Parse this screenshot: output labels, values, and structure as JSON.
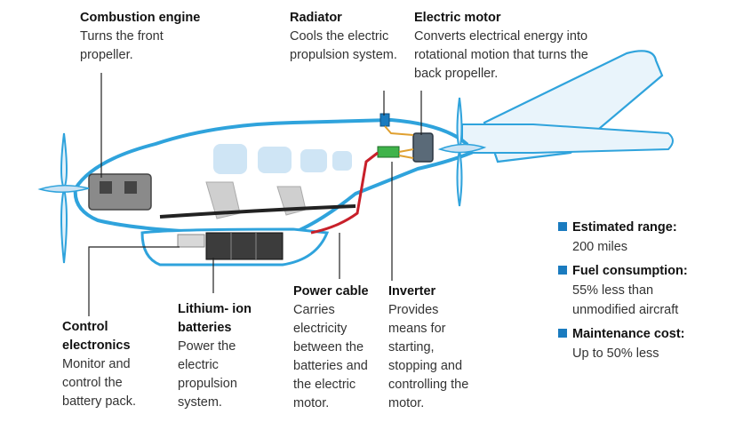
{
  "callouts": {
    "combustion": {
      "title": "Combustion engine",
      "desc": "Turns the front propeller."
    },
    "radiator": {
      "title": "Radiator",
      "desc": "Cools the electric propulsion system."
    },
    "motor": {
      "title": "Electric motor",
      "desc": "Converts electrical energy into rotational motion that turns the back propeller."
    },
    "control": {
      "title": "Control electronics",
      "desc": "Monitor and control the battery pack."
    },
    "batteries": {
      "title": "Lithium- ion batteries",
      "desc": "Power the electric propulsion system."
    },
    "cable": {
      "title": "Power cable",
      "desc": "Carries electricity between the batteries and the electric motor."
    },
    "inverter": {
      "title": "Inverter",
      "desc": "Provides means for starting, stopping and controlling the motor."
    }
  },
  "stats": [
    {
      "label": "Estimated range:",
      "value": "200 miles"
    },
    {
      "label": "Fuel consumption:",
      "value": "55% less than unmodified aircraft"
    },
    {
      "label": "Maintenance cost:",
      "value": "Up to 50% less"
    }
  ],
  "colors": {
    "accent": "#1a7bbf",
    "outline": "#2fa3dc",
    "fill": "#e8f3fb",
    "cable": "#c8202a"
  }
}
